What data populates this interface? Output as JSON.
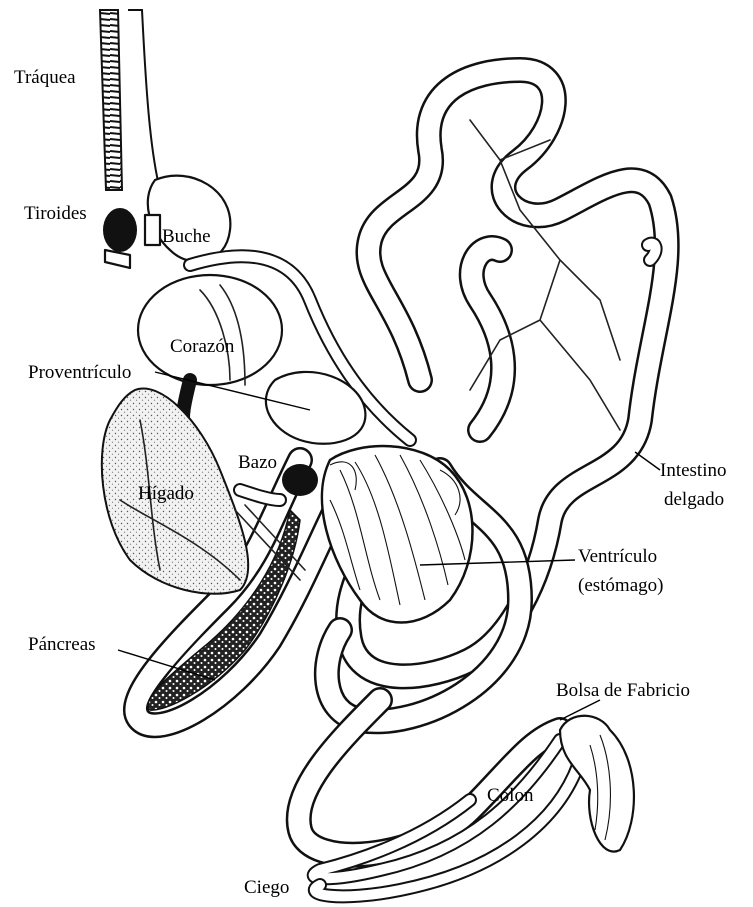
{
  "diagram": {
    "labels": {
      "traquea": "Tráquea",
      "tiroides": "Tiroides",
      "buche": "Buche",
      "corazon": "Corazón",
      "proventriculo": "Proventrículo",
      "bazo": "Bazo",
      "higado": "Hígado",
      "intestino_1": "Intestino",
      "intestino_2": "delgado",
      "ventriculo_1": "Ventrículo",
      "ventriculo_2": "(estómago)",
      "pancreas": "Páncreas",
      "bolsa": "Bolsa de Fabricio",
      "colon": "Colon",
      "ciego": "Ciego"
    }
  }
}
